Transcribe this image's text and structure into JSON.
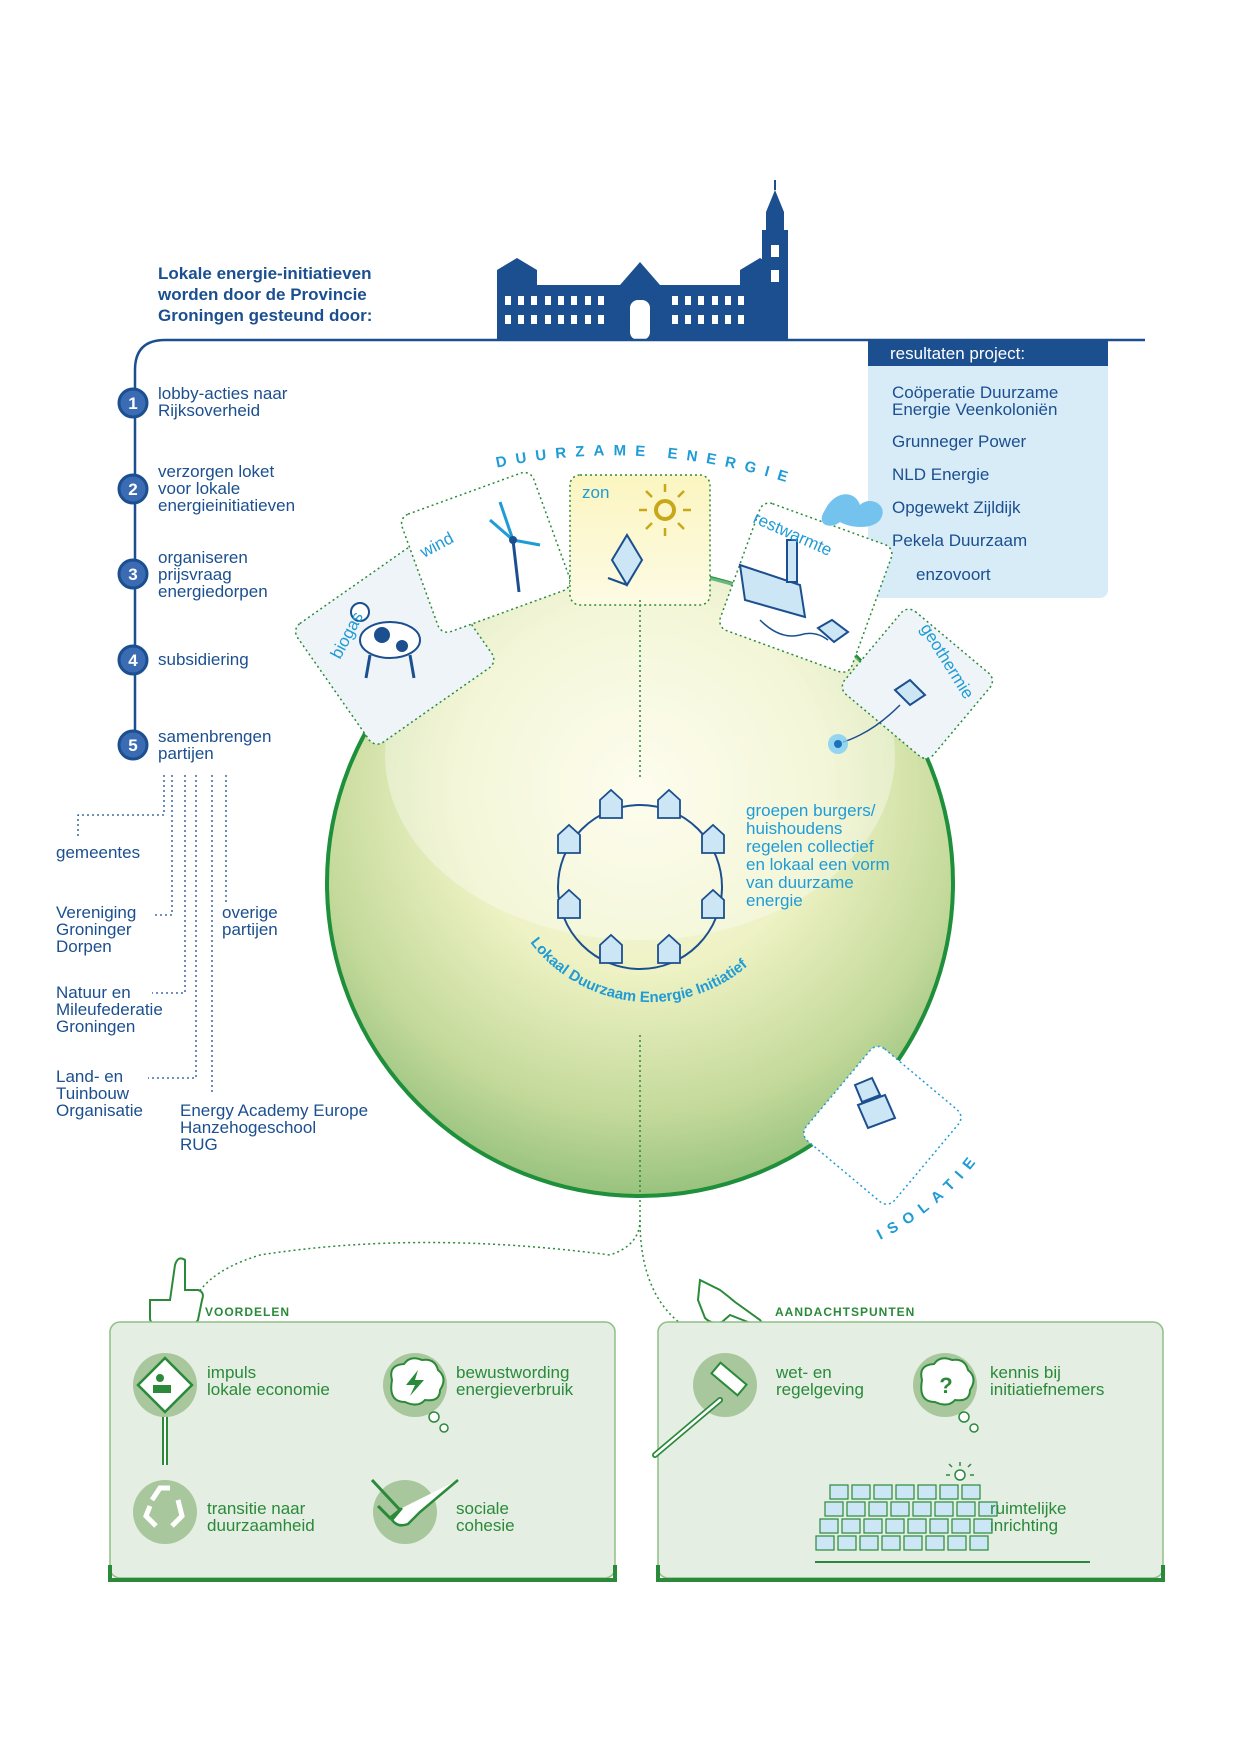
{
  "intro": {
    "title": "Lokale energie-initiatieven\nworden door de Provincie\nGroningen gesteund door:"
  },
  "steps": [
    {
      "num": "1",
      "label": "lobby-acties naar\nRijksoverheid"
    },
    {
      "num": "2",
      "label": "verzorgen loket\nvoor lokale\nenergieinitiatieven"
    },
    {
      "num": "3",
      "label": "organiseren\nprijsvraag\nenergiedorpen"
    },
    {
      "num": "4",
      "label": "subsidiering"
    },
    {
      "num": "5",
      "label": "samenbrengen\npartijen"
    }
  ],
  "parties": [
    "gemeentes",
    "Vereniging\nGroninger\nDorpen",
    "Natuur en\nMileufederatie\nGroningen",
    "Land- en\nTuinbouw\nOrganisatie",
    "Energy Academy Europe\nHanzehogeschool\nRUG",
    "overige\npartijen"
  ],
  "results": {
    "header": "resultaten project:",
    "items": [
      "Coöperatie Duurzame\nEnergie Veenkoloniën",
      "Grunneger Power",
      "NLD Energie",
      "Opgewekt Zijldijk",
      "Pekela Duurzaam",
      "enzovoort"
    ]
  },
  "arc_title": "DUURZAME ENERGIE",
  "sources": {
    "biogas": "biogas",
    "wind": "wind",
    "zon": "zon",
    "restwarmte": "restwarmte",
    "geothermie": "geothermie"
  },
  "isolatie": "ISOLATIE",
  "center": {
    "ring_title": "Lokaal Duurzaam Energie Initiatief",
    "description": "groepen burgers/\nhuishoudens\nregelen collectief\nen lokaal een vorm\nvan duurzame\nenergie"
  },
  "voordelen": {
    "title": "VOORDELEN",
    "items": [
      "impuls\nlokale economie",
      "bewustwording\nenergieverbruik",
      "transitie naar\nduurzaamheid",
      "sociale\ncohesie"
    ]
  },
  "aandachtspunten": {
    "title": "AANDACHTSPUNTEN",
    "items": [
      "wet- en\nregelgeving",
      "kennis bij\ninitiatiefnemers",
      "ruimtelijke\ninrichting"
    ]
  },
  "colors": {
    "navy": "#1b4f8f",
    "cyan": "#1f9bd6",
    "green": "#2a8a3a",
    "light_blue": "#d8ecf8",
    "panel_green": "#e4eee2"
  }
}
